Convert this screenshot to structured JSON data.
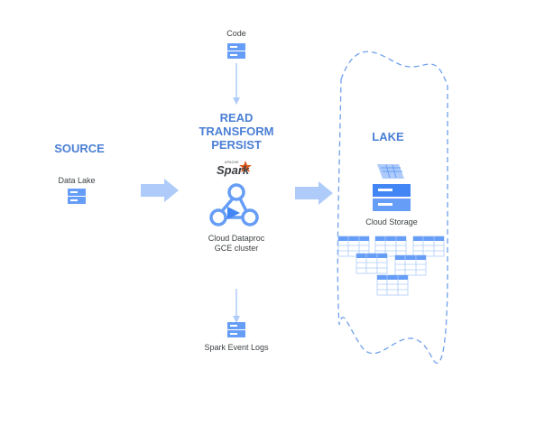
{
  "source": {
    "heading": "SOURCE",
    "data_lake_label": "Data Lake"
  },
  "code": {
    "label": "Code"
  },
  "process": {
    "steps": [
      "READ",
      "TRANSFORM",
      "PERSIST"
    ],
    "spark_logo_text": "Spark",
    "spark_logo_small": "APACHE",
    "dataproc_label_line1": "Cloud Dataproc",
    "dataproc_label_line2": "GCE cluster"
  },
  "logs": {
    "label": "Spark Event Logs"
  },
  "lake": {
    "heading": "LAKE",
    "storage_label": "Cloud Storage"
  },
  "colors": {
    "accent": "#4a7fd4",
    "icon_light": "#aecbfa",
    "icon_mid": "#669df6",
    "icon_dark": "#4285f4"
  }
}
